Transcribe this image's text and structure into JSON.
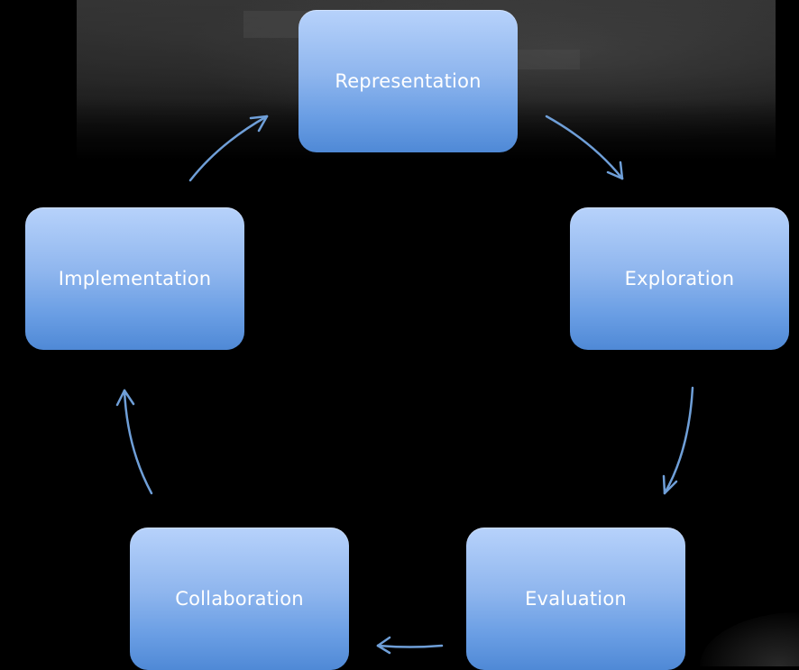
{
  "diagram": {
    "type": "cycle",
    "nodes": [
      {
        "id": "representation",
        "label": "Representation"
      },
      {
        "id": "exploration",
        "label": "Exploration"
      },
      {
        "id": "evaluation",
        "label": "Evaluation"
      },
      {
        "id": "collaboration",
        "label": "Collaboration"
      },
      {
        "id": "implementation",
        "label": "Implementation"
      }
    ],
    "edges": [
      {
        "from": "representation",
        "to": "exploration"
      },
      {
        "from": "exploration",
        "to": "evaluation"
      },
      {
        "from": "evaluation",
        "to": "collaboration"
      },
      {
        "from": "collaboration",
        "to": "implementation"
      },
      {
        "from": "implementation",
        "to": "representation"
      }
    ]
  },
  "colors": {
    "background": "#000000",
    "node_top": "#b7d2fb",
    "node_bottom": "#4f89d6",
    "node_text": "#ffffff",
    "arrow": "#6f9fd8"
  }
}
